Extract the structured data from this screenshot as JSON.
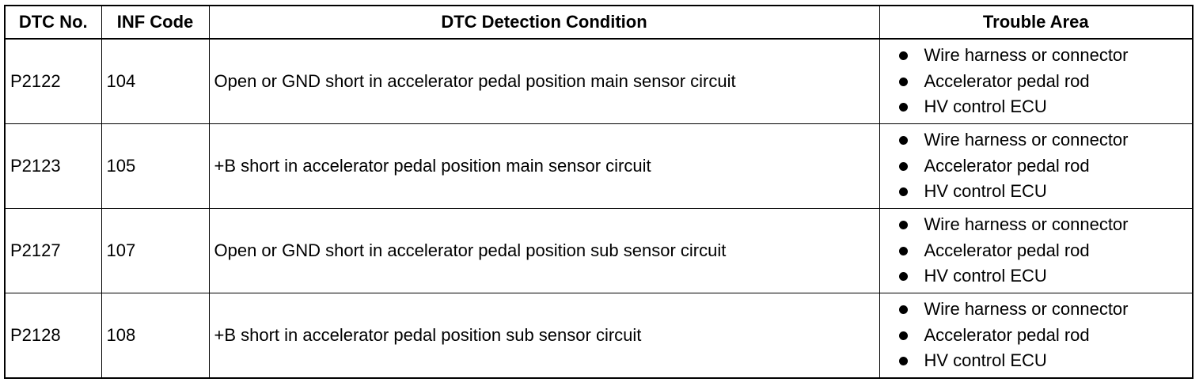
{
  "table": {
    "headers": {
      "dtc_no": "DTC No.",
      "inf_code": "INF Code",
      "condition": "DTC Detection Condition",
      "trouble_area": "Trouble Area"
    },
    "rows": [
      {
        "dtc": "P2122",
        "inf": "104",
        "condition": "Open or GND short in accelerator pedal position main sensor circuit",
        "areas": [
          "Wire harness or connector",
          "Accelerator pedal rod",
          "HV control ECU"
        ]
      },
      {
        "dtc": "P2123",
        "inf": "105",
        "condition": "+B short in accelerator pedal position main sensor circuit",
        "areas": [
          "Wire harness or connector",
          "Accelerator pedal rod",
          "HV control ECU"
        ]
      },
      {
        "dtc": "P2127",
        "inf": "107",
        "condition": "Open or GND short in accelerator pedal position sub sensor circuit",
        "areas": [
          "Wire harness or connector",
          "Accelerator pedal rod",
          "HV control ECU"
        ]
      },
      {
        "dtc": "P2128",
        "inf": "108",
        "condition": "+B short in accelerator pedal position sub sensor circuit",
        "areas": [
          "Wire harness or connector",
          "Accelerator pedal rod",
          "HV control ECU"
        ]
      }
    ]
  }
}
